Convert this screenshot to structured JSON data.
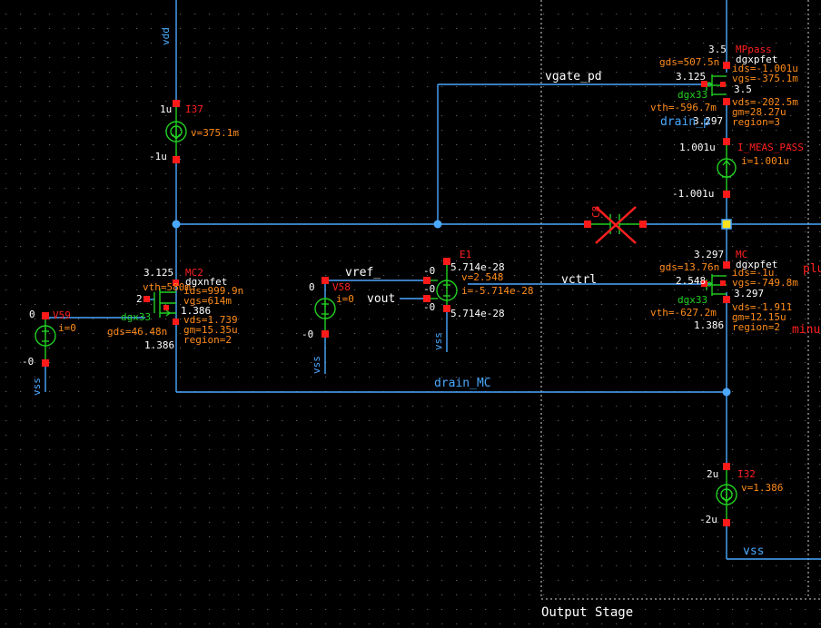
{
  "nets": {
    "vdd": "vdd",
    "vss_left": "vss",
    "vss_v58": "vss",
    "vss_e1": "vss",
    "vss_i32": "vss",
    "vgate_pd": "vgate_pd",
    "drain_p": "drain_p",
    "vctrl": "vctrl",
    "vref": "vref_",
    "vout": "vout",
    "drain_mc": "drain_MC",
    "plus_clip": "plu",
    "minus_clip": "minu"
  },
  "frame": {
    "label": "Output Stage"
  },
  "i37": {
    "name": "I37",
    "top": "1u",
    "bottom": "-1u",
    "v": "v=375.1m"
  },
  "mc2": {
    "name": "MC2",
    "model": "dgxnfet",
    "node_d": "3.125",
    "node_g": "2",
    "node_s": "1.386",
    "node_s2": "1.386",
    "lib": "dgx33",
    "params": [
      "vth=580m",
      "ids=999.9n",
      "vgs=614m",
      "vds=1.739",
      "gm=15.35u",
      "region=2"
    ],
    "gds": "gds=46.48n"
  },
  "v59": {
    "name": "V59",
    "top": "0",
    "bottom": "-0",
    "i": "i=0"
  },
  "v58": {
    "name": "V58",
    "top": "0",
    "bottom": "-0",
    "i": "i=0"
  },
  "e1": {
    "name": "E1",
    "t1": "-0",
    "t2": "-0",
    "t3": "-0",
    "p1": "5.714e-28",
    "v": "v=2.548",
    "i": "i=-5.714e-28",
    "p2": "5.714e-28"
  },
  "c8": {
    "name": "C8"
  },
  "mppass": {
    "name": "MPpass",
    "model": "dgxpfet",
    "node_top": "3.5",
    "node_g": "3.125",
    "node_s": "3.5",
    "node_d": "3.297",
    "lib": "dgx33",
    "gds": "gds=507.5n",
    "params": [
      "ids=-1.001u",
      "vgs=-375.1m"
    ],
    "lower": [
      "vth=-596.7m",
      "vds=-202.5m",
      "gm=28.27u",
      "region=3"
    ]
  },
  "imeas": {
    "name": "I_MEAS_PASS",
    "top": "1.001u",
    "bottom": "-1.001u",
    "i": "i=1.001u"
  },
  "mc": {
    "name": "MC",
    "model": "dgxpfet",
    "node_top": "3.297",
    "node_g": "2.548",
    "node_s": "3.297",
    "node_d": "1.386",
    "lib": "dgx33",
    "gds": "gds=13.76n",
    "params": [
      "ids=-1u",
      "vgs=-749.8m"
    ],
    "lower": [
      "vth=-627.2m",
      "vds=-1.911",
      "gm=12.15u",
      "region=2"
    ]
  },
  "i32": {
    "name": "I32",
    "top": "2u",
    "bottom": "-2u",
    "v": "v=1.386"
  },
  "colors": {
    "wire": "#4aa8ff",
    "component": "#22d022",
    "pin": "#ff1a1a",
    "label": "#ff8c1a",
    "name": "#ff2020",
    "background": "#000000"
  }
}
